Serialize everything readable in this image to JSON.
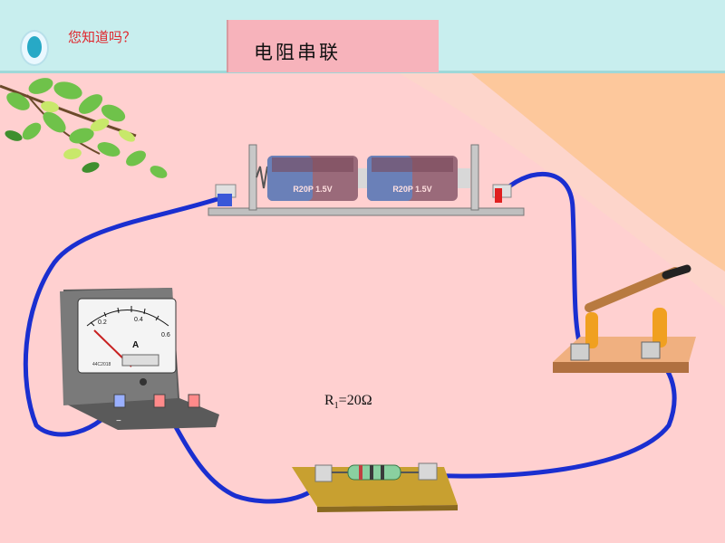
{
  "header": {
    "tagline": "您知道吗？",
    "title": "电阻串联"
  },
  "battery": {
    "cell_label": "R20P 1.5V"
  },
  "ammeter": {
    "unit": "A",
    "scale_labels": [
      "0.2",
      "0.4",
      "0.6"
    ],
    "model_text": "44C2018",
    "minus_label": "−"
  },
  "resistor": {
    "label_r": "R",
    "label_sub": "1",
    "label_value": "=20Ω"
  },
  "colors": {
    "wire": "#1a2fd0",
    "background": "#ffd0d0",
    "header": "#c8eeee"
  }
}
